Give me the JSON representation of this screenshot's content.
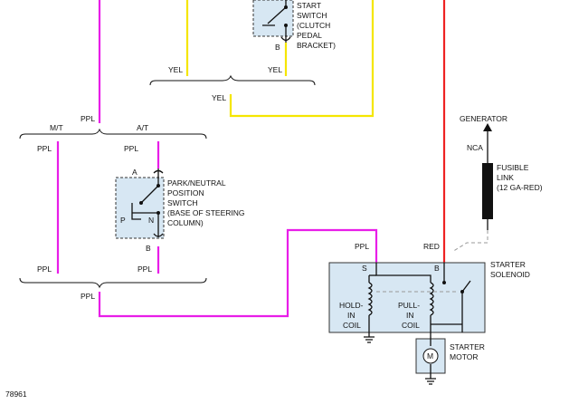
{
  "labels": {
    "start_switch": [
      "START",
      "SWITCH",
      "(CLUTCH",
      "PEDAL",
      "BRACKET)"
    ],
    "b1": "B",
    "yel_left": "YEL",
    "yel_right": "YEL",
    "yel_mid": "YEL",
    "ppl_top": "PPL",
    "mt": "M/T",
    "at": "A/T",
    "ppl_left_upper": "PPL",
    "ppl_at_upper": "PPL",
    "a": "A",
    "pn_switch": [
      "PARK/NEUTRAL",
      "POSITION",
      "SWITCH",
      "(BASE OF STEERING",
      "COLUMN)"
    ],
    "p": "P",
    "n": "N",
    "b2": "B",
    "ppl_left_lower": "PPL",
    "ppl_at_lower": "PPL",
    "ppl_bottom": "PPL",
    "ppl_sol": "PPL",
    "red": "RED",
    "s": "S",
    "b3": "B",
    "starter_solenoid": [
      "STARTER",
      "SOLENOID"
    ],
    "hold_in": [
      "HOLD-",
      "IN",
      "COIL"
    ],
    "pull_in": [
      "PULL-",
      "IN",
      "COIL"
    ],
    "starter_motor": [
      "STARTER",
      "MOTOR"
    ],
    "m": "M",
    "generator": "GENERATOR",
    "nca": "NCA",
    "fusible_link": [
      "FUSIBLE",
      "LINK",
      "(12 GA-RED)"
    ],
    "figure_id": "78961"
  },
  "colors": {
    "purple_wire": "#e81ee8",
    "yellow_wire": "#f5e600",
    "red_wire": "#ee2222",
    "component_fill": "#d7e7f3"
  }
}
